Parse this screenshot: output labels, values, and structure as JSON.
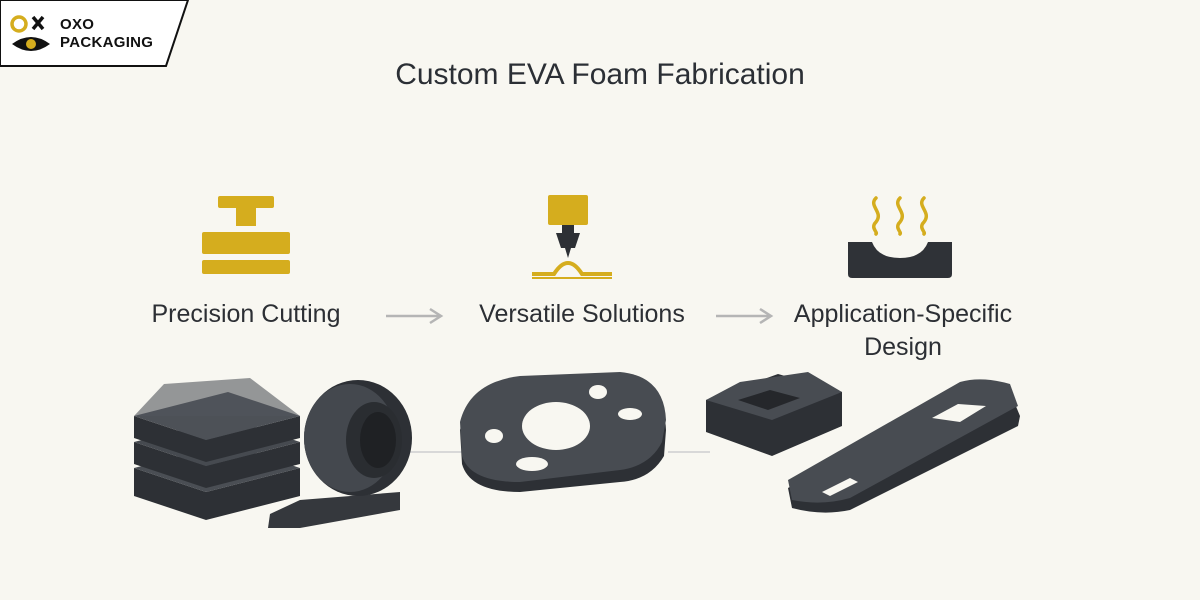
{
  "brand": {
    "line1": "OXO",
    "line2": "PACKAGING",
    "icon": "ox-eye-logo",
    "colors": {
      "accent": "#d5ad1e",
      "dark": "#111111"
    }
  },
  "title": "Custom EVA Foam Fabrication",
  "steps": [
    {
      "label": "Precision Cutting",
      "icon": "press-cutter-icon"
    },
    {
      "label": "Versatile Solutions",
      "icon": "laser-cutter-icon"
    },
    {
      "label": "Application-Specific Design",
      "icon": "heat-molding-icon"
    }
  ],
  "colors": {
    "accent_yellow": "#d5ad1e",
    "foam_dark": "#3a3d42",
    "text": "#2c2f34",
    "arrow": "#b5b5b5",
    "background": "#f8f7f1"
  }
}
